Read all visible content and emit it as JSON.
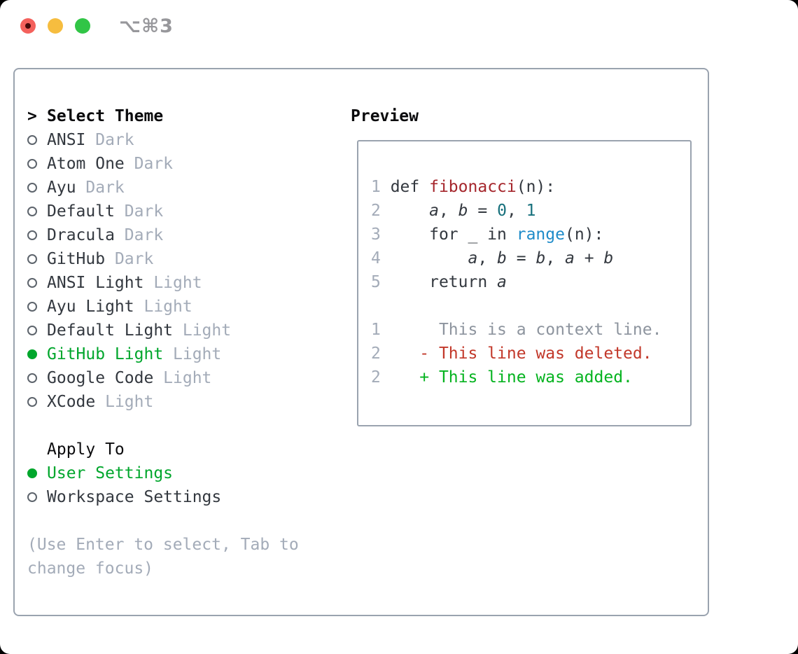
{
  "window": {
    "title": "⌥⌘3",
    "traffic_lights": [
      "close",
      "minimize",
      "zoom"
    ]
  },
  "colors": {
    "green": "#00a62c",
    "diff-add": "#04b31f",
    "diff-del": "#c2382a",
    "func-red": "#a5262c",
    "call-blue": "#1e8bc9",
    "number-teal": "#17707c",
    "text-dark": "#33383f",
    "muted": "#a3abb8",
    "context": "#8d949e",
    "border": "#9aa3af",
    "title-gray": "#97979b",
    "light-red": "#f4615c",
    "light-yellow": "#f6bd3f",
    "light-green": "#31c546"
  },
  "theme_panel": {
    "prompt": ">",
    "title": "Select Theme",
    "items": [
      {
        "name": "ANSI",
        "variant": "Dark",
        "selected": false
      },
      {
        "name": "Atom One",
        "variant": "Dark",
        "selected": false
      },
      {
        "name": "Ayu",
        "variant": "Dark",
        "selected": false
      },
      {
        "name": "Default",
        "variant": "Dark",
        "selected": false
      },
      {
        "name": "Dracula",
        "variant": "Dark",
        "selected": false
      },
      {
        "name": "GitHub",
        "variant": "Dark",
        "selected": false
      },
      {
        "name": "ANSI Light",
        "variant": "Light",
        "selected": false
      },
      {
        "name": "Ayu Light",
        "variant": "Light",
        "selected": false
      },
      {
        "name": "Default Light",
        "variant": "Light",
        "selected": false
      },
      {
        "name": "GitHub Light",
        "variant": "Light",
        "selected": true
      },
      {
        "name": "Google Code",
        "variant": "Light",
        "selected": false
      },
      {
        "name": "XCode",
        "variant": "Light",
        "selected": false
      }
    ],
    "apply_to": {
      "title": "Apply To",
      "options": [
        {
          "label": "User Settings",
          "selected": true
        },
        {
          "label": "Workspace Settings",
          "selected": false
        }
      ]
    },
    "help_text": "(Use Enter to select, Tab to change focus)"
  },
  "preview": {
    "title": "Preview",
    "lines": [
      {
        "n": "1",
        "t": [
          [
            " def ",
            "p"
          ],
          [
            "fibonacci",
            "fn"
          ],
          [
            "(n):",
            "p"
          ]
        ]
      },
      {
        "n": "2",
        "t": [
          [
            "     ",
            "p"
          ],
          [
            "a",
            "v"
          ],
          [
            ", ",
            "p"
          ],
          [
            "b",
            "v"
          ],
          [
            " = ",
            "p"
          ],
          [
            "0",
            "num"
          ],
          [
            ", ",
            "p"
          ],
          [
            "1",
            "num"
          ]
        ]
      },
      {
        "n": "3",
        "t": [
          [
            "     for _ in ",
            "p"
          ],
          [
            "range",
            "call"
          ],
          [
            "(n):",
            "p"
          ]
        ]
      },
      {
        "n": "4",
        "t": [
          [
            "         ",
            "p"
          ],
          [
            "a",
            "v"
          ],
          [
            ", ",
            "p"
          ],
          [
            "b",
            "v"
          ],
          [
            " = ",
            "p"
          ],
          [
            "b",
            "v"
          ],
          [
            ", ",
            "p"
          ],
          [
            "a",
            "v"
          ],
          [
            " + ",
            "p"
          ],
          [
            "b",
            "v"
          ]
        ]
      },
      {
        "n": "5",
        "t": [
          [
            "     return ",
            "p"
          ],
          [
            "a",
            "v"
          ]
        ]
      },
      {
        "n": "",
        "t": []
      },
      {
        "n": "1",
        "t": [
          [
            "      This is a context line.",
            "ctx"
          ]
        ]
      },
      {
        "n": "2",
        "t": [
          [
            "    - This line was deleted.",
            "del"
          ]
        ]
      },
      {
        "n": "2",
        "t": [
          [
            "    + This line was added.",
            "add"
          ]
        ]
      }
    ]
  }
}
